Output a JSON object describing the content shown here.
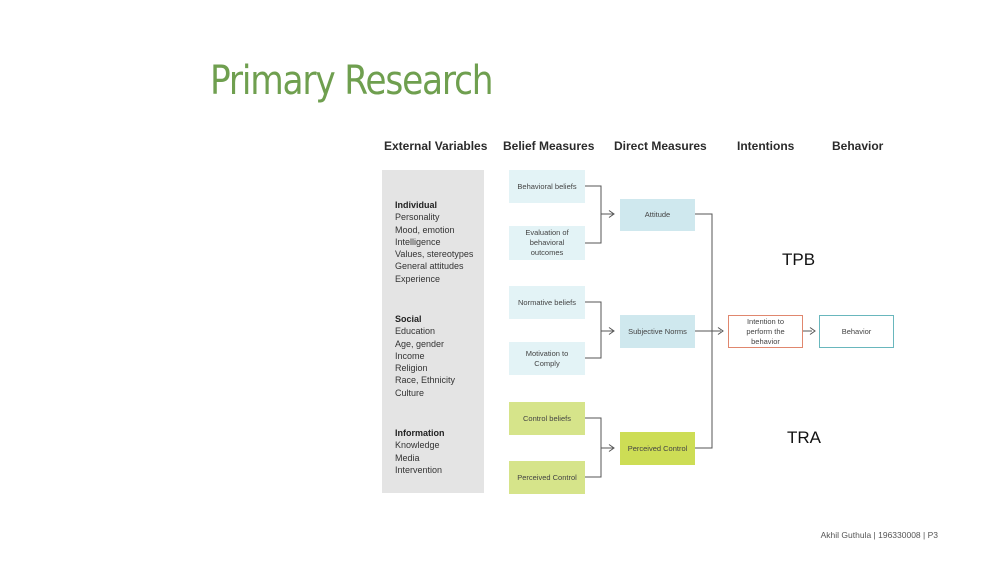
{
  "slide": {
    "title": "Primary Research",
    "footer": "Akhil Guthula | 196330008 | P3"
  },
  "columns": {
    "external": "External Variables",
    "belief": "Belief Measures",
    "direct": "Direct Measures",
    "intentions": "Intentions",
    "behavior": "Behavior"
  },
  "external_variables": [
    {
      "title": "Individual",
      "items": [
        "Personality",
        "Mood, emotion",
        "Intelligence",
        "Values, stereotypes",
        "General attitudes",
        "Experience"
      ]
    },
    {
      "title": "Social",
      "items": [
        "Education",
        "Age, gender",
        "Income",
        "Religion",
        "Race, Ethnicity",
        "Culture"
      ]
    },
    {
      "title": "Information",
      "items": [
        "Knowledge",
        "Media",
        "Intervention"
      ]
    }
  ],
  "belief_measures": {
    "behavioral_beliefs": "Behavioral beliefs",
    "evaluation_outcomes": "Evaluation of behavioral outcomes",
    "normative_beliefs": "Normative beliefs",
    "motivation_to_comply": "Motivation to Comply",
    "control_beliefs": "Control beliefs",
    "perceived_control": "Perceived Control"
  },
  "direct_measures": {
    "attitude": "Attitude",
    "subjective_norms": "Subjective Norms",
    "perceived_control": "Perceived Control"
  },
  "intention": "Intention to perform the behavior",
  "behavior": "Behavior",
  "model_labels": {
    "tpb": "TPB",
    "tra": "TRA"
  },
  "colors": {
    "title_green": "#6f9f4f",
    "belief_fill": "#e3f3f6",
    "direct_fill": "#cfe8ee",
    "control_fill": "#d6e48a",
    "perceived_control_fill": "#cddd55",
    "intention_border": "#e0876e",
    "behavior_border": "#69b7bd",
    "external_panel": "#e4e4e4"
  }
}
